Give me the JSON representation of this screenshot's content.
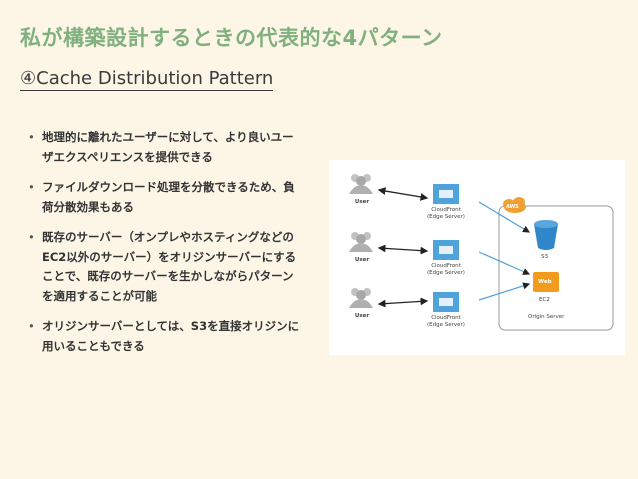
{
  "slide": {
    "title": "私が構築設計するときの代表的な4パターン",
    "subtitle": "④Cache Distribution Pattern"
  },
  "bullets": [
    "地理的に離れたユーザーに対して、より良いユーザエクスペリエンスを提供できる",
    "ファイルダウンロード処理を分散できるため、負荷分散効果もある",
    "既存のサーバー（オンプレやホスティングなどのEC2以外のサーバー）をオリジンサーバーにすることで、既存のサーバーを生かしながらパターンを適用することが可能",
    "オリジンサーバーとしては、S3を直接オリジンに用いることもできる"
  ],
  "diagram": {
    "users": [
      {
        "label": "User",
        "cf_line1": "CloudFront",
        "cf_line2": "(Edge Server)"
      },
      {
        "label": "User",
        "cf_line1": "CloudFront",
        "cf_line2": "(Edge Server)"
      },
      {
        "label": "User",
        "cf_line1": "CloudFront",
        "cf_line2": "(Edge Server)"
      }
    ],
    "aws_badge": "AWS",
    "s3_label": "S3",
    "web_label": "Web",
    "ec2_label": "EC2",
    "origin_label": "Origin Server",
    "colors": {
      "cloudfront": "#4fa3db",
      "s3": "#2f86c8",
      "ec2": "#f29b1d",
      "user": "#b8b8b8",
      "aws_cloud": "#f0a030"
    }
  }
}
